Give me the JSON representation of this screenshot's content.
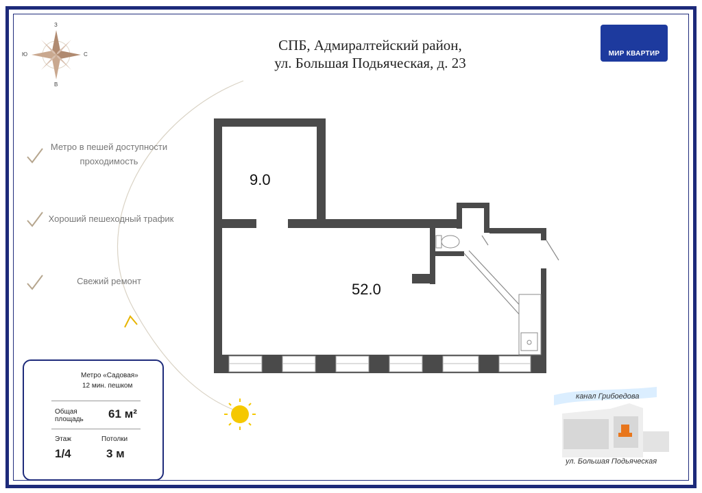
{
  "header": {
    "line1": "СПБ, Адмиралтейский район,",
    "line2": "ул. Большая Подьяческая, д. 23"
  },
  "logo": {
    "icon": "mk-logo-icon",
    "text": "МИР КВАРТИР"
  },
  "compass": {
    "north": "З",
    "west": "Ю",
    "east": "С",
    "south": "В"
  },
  "features": [
    {
      "line1": "Метро в пешей доступности",
      "line2": "проходимость"
    },
    {
      "line1": "Хороший пешеходный трафик"
    },
    {
      "line1": "Свежий ремонт"
    }
  ],
  "info": {
    "metro_name": "Метро «Садовая»",
    "metro_walk": "12 мин. пешком",
    "area_label_1": "Общая",
    "area_label_2": "площадь",
    "area_value": "61 м²",
    "floor_label": "Этаж",
    "floor_value": "1/4",
    "ceiling_label": "Потолки",
    "ceiling_value": "3 м"
  },
  "rooms": [
    {
      "area": "9.0"
    },
    {
      "area": "52.0"
    }
  ],
  "map": {
    "canal": "канал Грибоедова",
    "street": "ул. Большая Подьяческая"
  },
  "colors": {
    "accent": "#1d2a7a",
    "logo": "#1d3a9e",
    "wall": "#4a4a4a",
    "sun": "#f5c800",
    "marker": "#e8761c"
  }
}
